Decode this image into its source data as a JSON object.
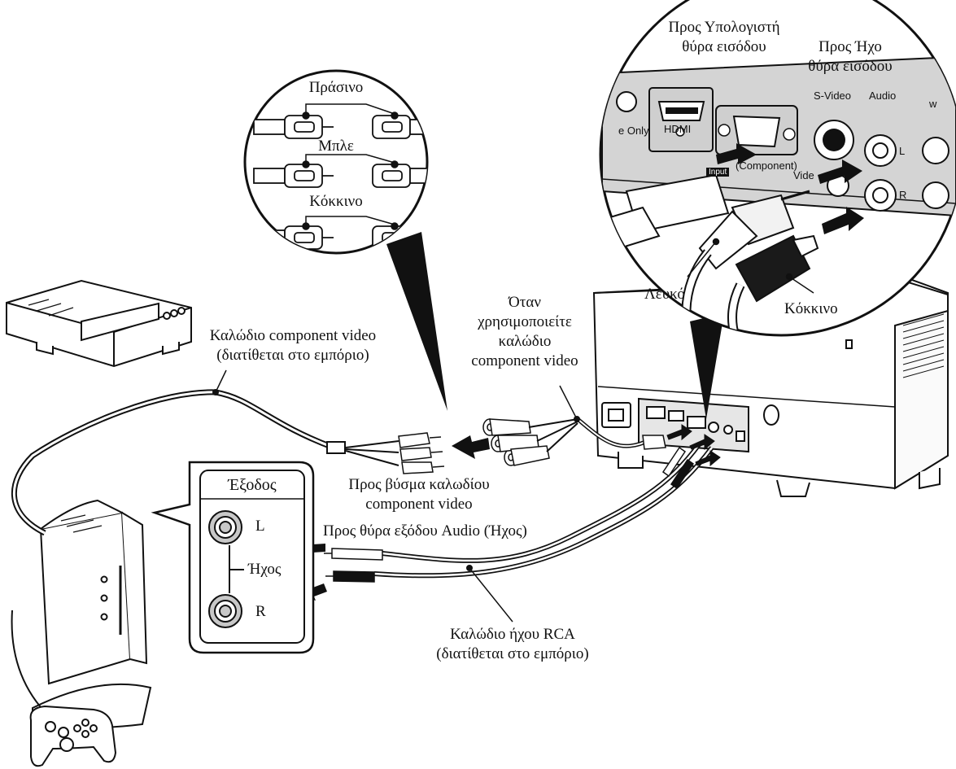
{
  "labels": {
    "to_computer_line1": "Προς Υπολογιστή",
    "to_computer_line2": "θύρα εισόδου",
    "to_audio_line1": "Προς Ήχο",
    "to_audio_line2": "θύρα εισόδου",
    "green": "Πράσινο",
    "blue": "Μπλε",
    "red_rca": "Κόκκινο",
    "white_plug": "Λευκό",
    "red_plug": "Κόκκινο",
    "when_using_line1": "Όταν",
    "when_using_line2": "χρησιμοποιείτε",
    "when_using_line3": "καλώδιο",
    "when_using_line4": "component video",
    "component_cable_line1": "Καλώδιο component video",
    "component_cable_line2": "(διατίθεται στο εμπόριο)",
    "to_component_plug_line1": "Προς βύσμα καλωδίου",
    "to_component_plug_line2": "component video",
    "to_audio_out": "Προς θύρα εξόδου Audio (Ήχος)",
    "rca_cable_line1": "Καλώδιο ήχου RCA",
    "rca_cable_line2": "(διατίθεται στο εμπόριο)",
    "output_title": "Έξοδος",
    "output_l": "L",
    "output_r": "R",
    "output_audio": "Ήχος"
  },
  "panel": {
    "hdmi": "HDMI",
    "svideo": "S-Video",
    "audio": "Audio",
    "component": "(Component)",
    "only": "e Only",
    "video": "Vide",
    "l": "L",
    "r": "R",
    "w": "w",
    "input": "Input"
  }
}
